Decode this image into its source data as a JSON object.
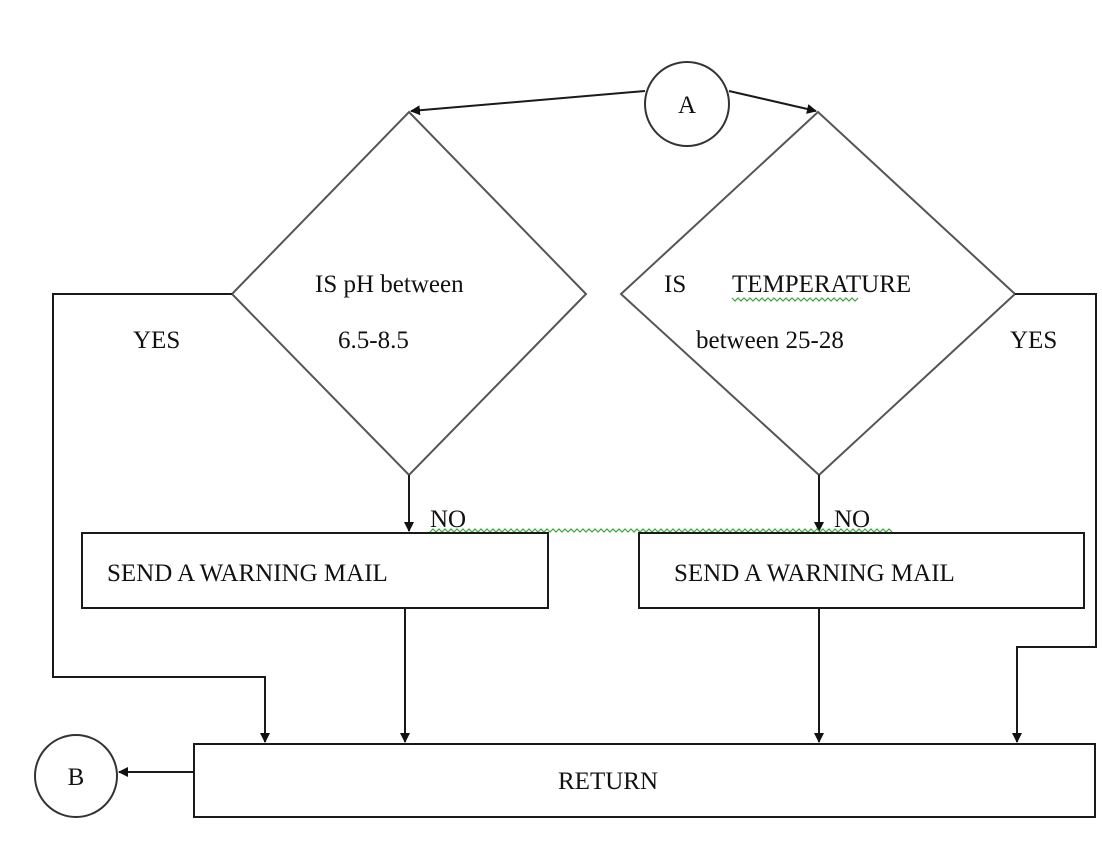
{
  "diagram": {
    "type": "flowchart",
    "connectors": {
      "start": "A",
      "end": "B"
    },
    "decisions": {
      "ph": {
        "line1": "IS pH between",
        "line2": "6.5-8.5",
        "yes_label": "YES",
        "no_label": "NO"
      },
      "temperature": {
        "line1_prefix": "IS",
        "line1_word": "TEMPERATURE",
        "line2": "between 25-28",
        "yes_label": "YES",
        "no_label": "NO"
      }
    },
    "processes": {
      "ph_warning": "SEND  A WARNING MAIL",
      "temp_warning": "SEND A WARNING MAIL",
      "return": "RETURN"
    },
    "colors": {
      "stroke": "#1a1a1a",
      "spellcheck_underline": "#3aa63a"
    }
  }
}
